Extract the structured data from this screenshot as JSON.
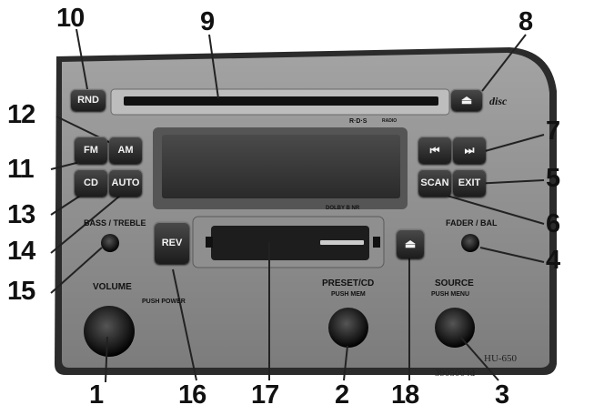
{
  "callouts": {
    "c1": "1",
    "c2": "2",
    "c3": "3",
    "c4": "4",
    "c5": "5",
    "c6": "6",
    "c7": "7",
    "c8": "8",
    "c9": "9",
    "c10": "10",
    "c11": "11",
    "c12": "12",
    "c13": "13",
    "c14": "14",
    "c15": "15",
    "c16": "16",
    "c17": "17",
    "c18": "18"
  },
  "buttons": {
    "rnd": "RND",
    "fm": "FM",
    "am": "AM",
    "cd": "CD",
    "auto": "AUTO",
    "scan": "SCAN",
    "exit": "EXIT",
    "rev": "REV",
    "prev": "⏮",
    "next": "⏭",
    "eject_top": "⏏",
    "eject_mid": "⏏"
  },
  "panel_labels": {
    "bass_treble": "BASS / TREBLE",
    "fader_bal": "FADER / BAL",
    "volume": "VOLUME",
    "push_power": "PUSH POWER",
    "preset_cd": "PRESET/CD",
    "push_mem": "PUSH MEM",
    "source": "SOURCE",
    "push_menu": "PUSH MENU",
    "rds": "R·D·S",
    "rds_small": "RADIO",
    "dolby": "DOLBY B NR",
    "disc_logo": "disc"
  },
  "model": {
    "name": "HU-650",
    "code": "3905004d"
  },
  "colors": {
    "faceplate": "#8a8a8a",
    "button": "#2a2a2a",
    "display": "#3a3a3a"
  }
}
